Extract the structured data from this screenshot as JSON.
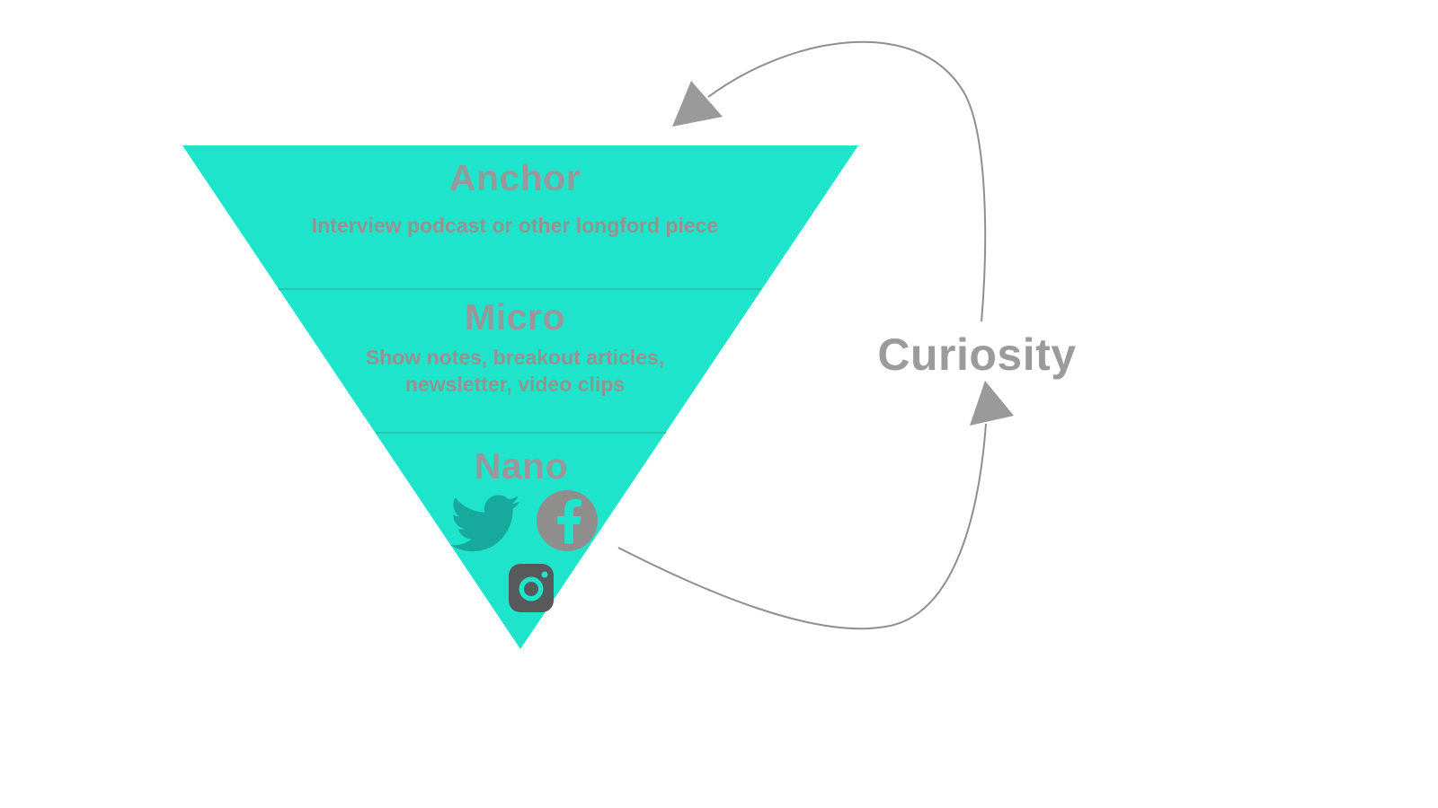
{
  "canvas": {
    "background_color": "#ffffff"
  },
  "funnel": {
    "fill_color": "#1ee4cc",
    "divider_color": "#2fc0ae",
    "heading_color": "#97989a",
    "subtitle_color": "#95928f",
    "levels": [
      {
        "id": "anchor",
        "title": "Anchor",
        "subtitle": "Interview podcast or other longford piece"
      },
      {
        "id": "micro",
        "title": "Micro",
        "subtitle_lines": [
          "Show notes, breakout articles,",
          "newsletter, video clips"
        ]
      },
      {
        "id": "nano",
        "title": "Nano",
        "icons": [
          {
            "name": "twitter-icon",
            "color": "#17a99b"
          },
          {
            "name": "facebook-icon",
            "color": "#8f8e8c"
          },
          {
            "name": "instagram-icon",
            "color": "#58595b"
          }
        ]
      }
    ]
  },
  "loop": {
    "label": "Curiosity",
    "label_color": "#9b9b9b",
    "arrow_color": "#8f8f8f",
    "arrowhead_color": "#9a9a9a"
  }
}
